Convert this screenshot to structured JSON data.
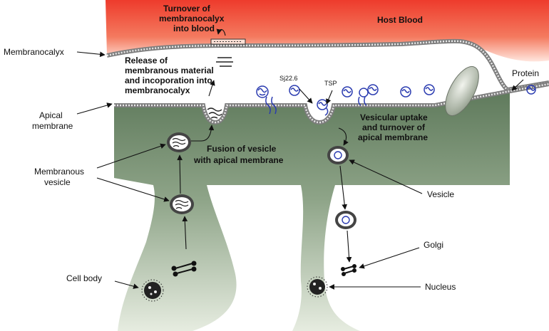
{
  "diagram": {
    "labels": {
      "host_blood": "Host Blood",
      "turnover": [
        "Turnover of",
        "membranocalyx",
        "into blood"
      ],
      "membranocalyx": "Membranocalyx",
      "release": [
        "Release of",
        "membranous material",
        "and incoporation into",
        "membranocalyx"
      ],
      "sj": "Sj22.6",
      "tsp": "TSP",
      "protein": "Protein",
      "apical": [
        "Apical",
        "membrane"
      ],
      "vesicular": [
        "Vesicular uptake",
        "and turnover of",
        "apical membrane"
      ],
      "fusion": [
        "Fusion of vesicle",
        "with apical membrane"
      ],
      "membranous_vesicle": [
        "Membranous",
        "vesicle"
      ],
      "vesicle": "Vesicle",
      "golgi": "Golgi",
      "cell_body": "Cell body",
      "nucleus": "Nucleus"
    },
    "colors": {
      "blood_top": "#ee3b2c",
      "blood_bottom": "#ffe6de",
      "cell_top": "#5f7a5c",
      "cell_bottom": "#e6ece0",
      "membrane": "#8d8d8d",
      "protein": "#2a3bb0",
      "stroke": "#111111"
    },
    "icons": [
      "arrow-icon",
      "vesicle-icon",
      "golgi-icon",
      "nucleus-icon",
      "protein-icon",
      "membrane-pit-icon"
    ]
  }
}
